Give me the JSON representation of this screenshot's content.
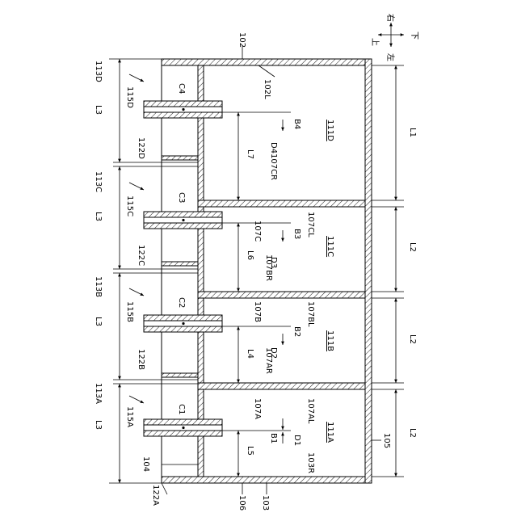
{
  "figure": {
    "directions": {
      "up": "上",
      "down": "下",
      "left": "左",
      "right": "右"
    },
    "labels": {
      "n102": "102",
      "n102L": "102L",
      "n103": "103",
      "n103R": "103R",
      "n104": "104",
      "n105": "105",
      "n106": "106",
      "n107A": "107A",
      "n107AL": "107AL",
      "n107AR": "107AR",
      "n107B": "107B",
      "n107BL": "107BL",
      "n107BR": "107BR",
      "n107C": "107C",
      "n107CL": "107CL",
      "n107CR": "107CR",
      "n111A": "111A",
      "n111B": "111B",
      "n111C": "111C",
      "n111D": "111D",
      "n113A": "113A",
      "n113B": "113B",
      "n113C": "113C",
      "n113D": "113D",
      "n115A": "115A",
      "n115B": "115B",
      "n115C": "115C",
      "n115D": "115D",
      "n122A": "122A",
      "n122B": "122B",
      "n122C": "122C",
      "n122D": "122D",
      "C1": "C1",
      "C2": "C2",
      "C3": "C3",
      "C4": "C4",
      "B1": "B1",
      "B2": "B2",
      "B3": "B3",
      "B4": "B4",
      "D1": "D1",
      "D2": "D2",
      "D3": "D3",
      "D4": "D4",
      "L1": "L1",
      "L2a": "L2",
      "L2b": "L2",
      "L2c": "L2",
      "L3a": "L3",
      "L3b": "L3",
      "L3c": "L3",
      "L3d": "L3",
      "L4": "L4",
      "L5": "L5",
      "L6": "L6",
      "L7": "L7"
    }
  }
}
